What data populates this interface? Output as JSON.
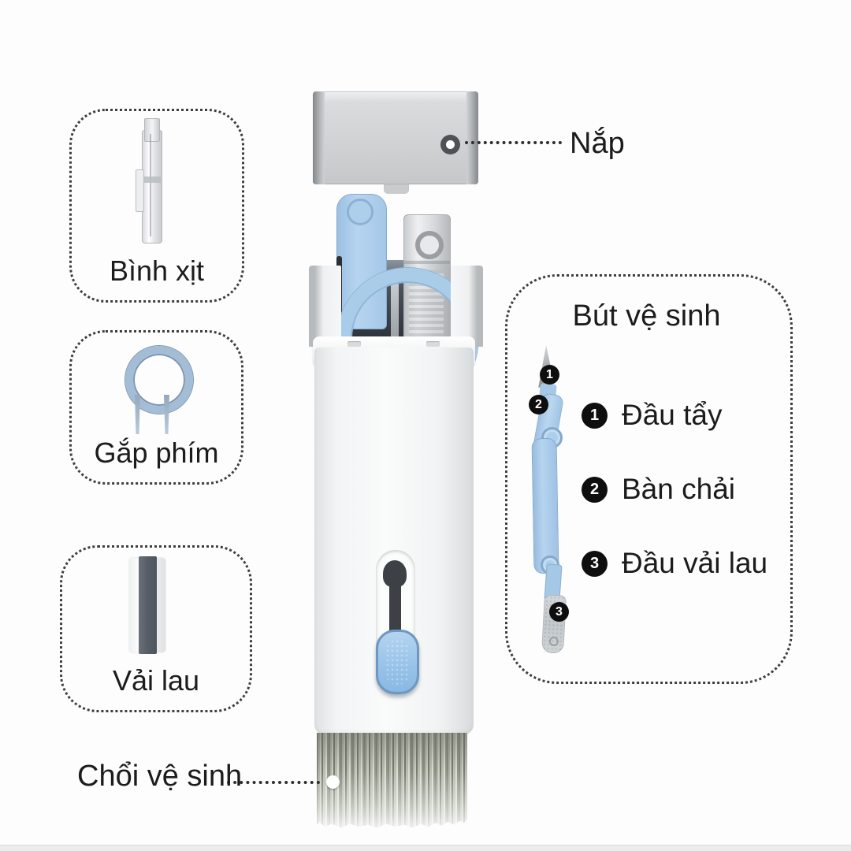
{
  "annotations": {
    "cap_label": "Nắp",
    "brush_label": "Chổi vệ sinh"
  },
  "side_boxes": [
    {
      "label": "Bình xịt"
    },
    {
      "label": "Gắp phím"
    },
    {
      "label": "Vải lau"
    }
  ],
  "pen_panel": {
    "title": "Bút vệ sinh",
    "items": [
      {
        "num": "1",
        "label": "Đầu tẩy"
      },
      {
        "num": "2",
        "label": "Bàn chải"
      },
      {
        "num": "3",
        "label": "Đầu vải lau"
      }
    ]
  },
  "colors": {
    "accent_blue": "#a9cce9",
    "slider_blue": "#97c2e8",
    "steel_blue": "#a3bdd6",
    "text": "#1c1c1c",
    "badge_bg": "#0e0e0e",
    "cap_gray": "#d0d2d4",
    "background": "#fdfdfd"
  }
}
